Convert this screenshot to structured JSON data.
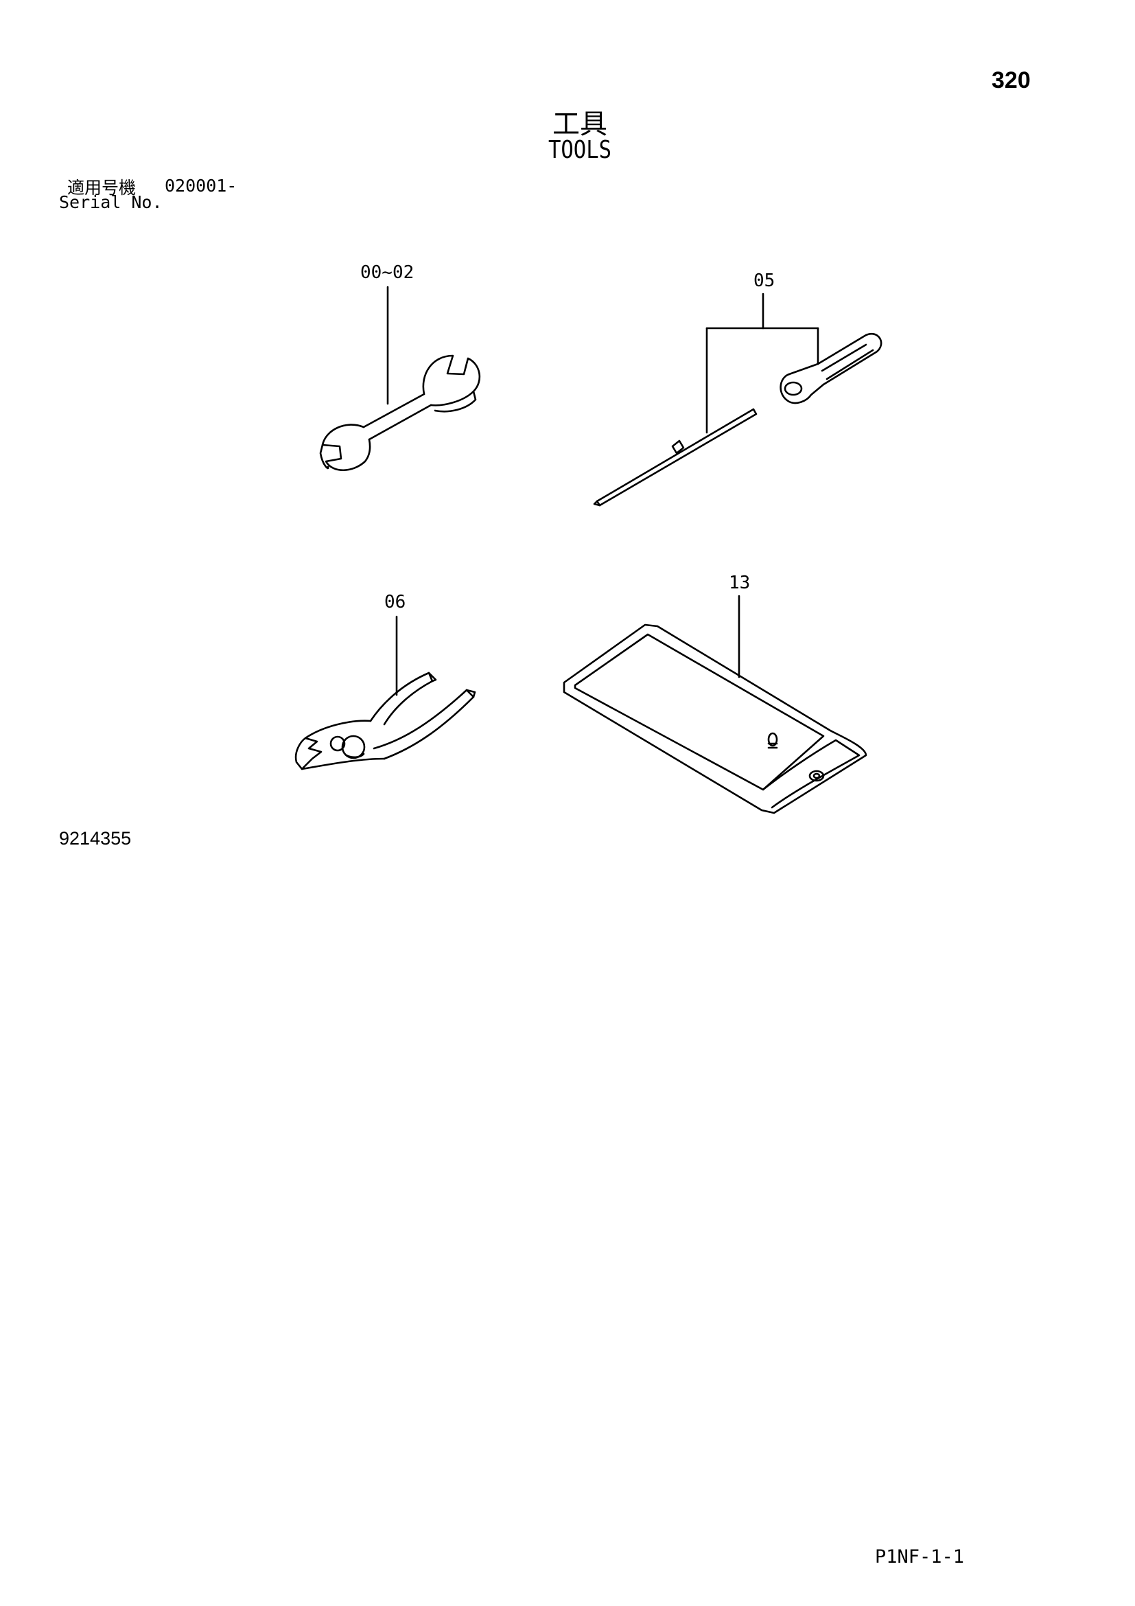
{
  "page_number": "320",
  "title_jp": "工具",
  "title_en": "TOOLS",
  "serial": {
    "label_jp": "適用号機",
    "range": "020001-",
    "label_en": "Serial No."
  },
  "callouts": {
    "wrench": "00~02",
    "screwdriver": "05",
    "pliers": "06",
    "tool_bag": "13"
  },
  "document_number": "9214355",
  "footer_code": "P1NF-1-1"
}
